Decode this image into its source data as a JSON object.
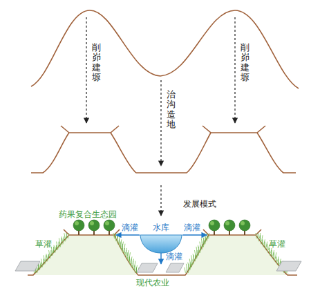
{
  "diagram": {
    "labels": [
      "削峁建塬",
      "治沟造地",
      "削峁建塬",
      "发展模式",
      "药果复合生态园",
      "滴灌",
      "水库",
      "滴灌",
      "草灌",
      "草灌",
      "滴灌",
      "现代农业"
    ]
  }
}
